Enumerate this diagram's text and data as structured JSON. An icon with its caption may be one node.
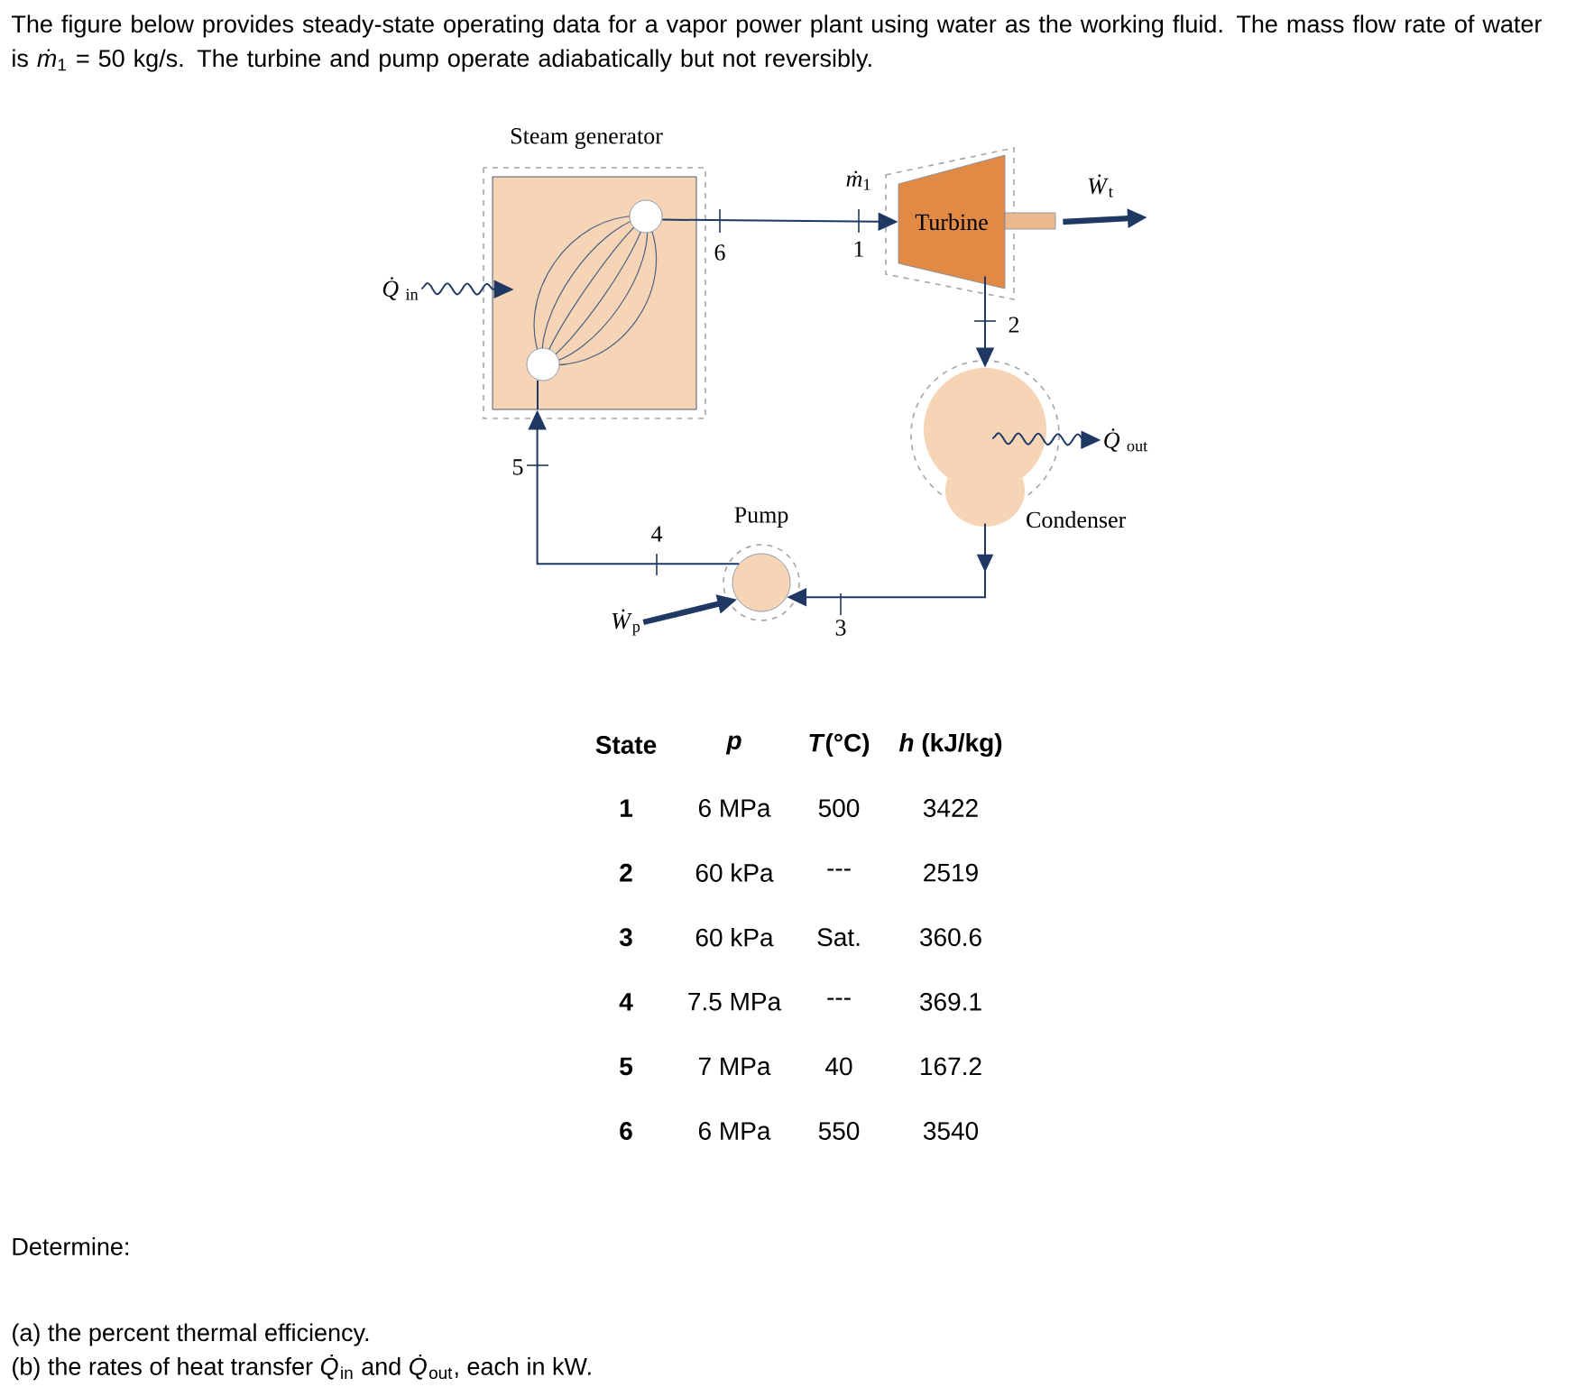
{
  "diagram": {
    "nodes": [
      {
        "text": [
          "Steam generator"
        ]
      },
      {
        "text": [
          "Turbine"
        ]
      },
      {
        "text": [
          "Condenser"
        ]
      },
      {
        "text": [
          "Pump"
        ]
      },
      {
        "text": [
          "*Q̇*$_{in}$"
        ]
      },
      {
        "text": [
          "*Ẇ*$_{t}$"
        ]
      },
      {
        "text": [
          "*Q̇*$_{out}$"
        ]
      },
      {
        "text": [
          "*Ẇ*$_{p}$"
        ]
      }
    ],
    "edges": [
      {
        "from": 0,
        "to": 1,
        "arrow": "to"
      },
      {
        "from": 1,
        "to": 2,
        "arrow": "to"
      },
      {
        "from": 2,
        "to": 3,
        "arrow": "to"
      },
      {
        "from": 3,
        "to": 0,
        "arrow": "to"
      },
      {
        "from": 4,
        "to": 0,
        "arrow": "to"
      },
      {
        "from": 1,
        "to": 5,
        "arrow": "to",
        "style": "thick"
      },
      {
        "from": 2,
        "to": 6,
        "arrow": "to"
      },
      {
        "from": 7,
        "to": 3,
        "arrow": "to",
        "style": "thick"
      }
    ],
    "labels": [
      "The figure below provides steady-state operating data for a vapor power plant using water as the working fluid. The mass flow rate of water is *ṁ*$_{1}$ = 50 kg/s. The turbine and pump operate adiabatically but not reversibly.",
      "*ṁ*$_{1}$",
      "6",
      "1",
      "2",
      "5",
      "4",
      "3",
      "State",
      "p",
      "*T*(°C)",
      "*h* (kJ/kg)",
      "1",
      "6 MPa",
      "500",
      "3422",
      "2",
      "60 kPa",
      "---",
      "2519",
      "3",
      "60 kPa",
      "Sat.",
      "360.6",
      "4",
      "7.5 MPa",
      "---",
      "369.1",
      "5",
      "7 MPa",
      "40",
      "167.2",
      "6",
      "6 MPa",
      "550",
      "3540",
      "Determine:",
      "(a) the percent thermal efficiency.",
      "(b) the rates of heat transfer *Q̇*$_{in}$ and *Q̇*$_{out}$, each in kW."
    ]
  }
}
